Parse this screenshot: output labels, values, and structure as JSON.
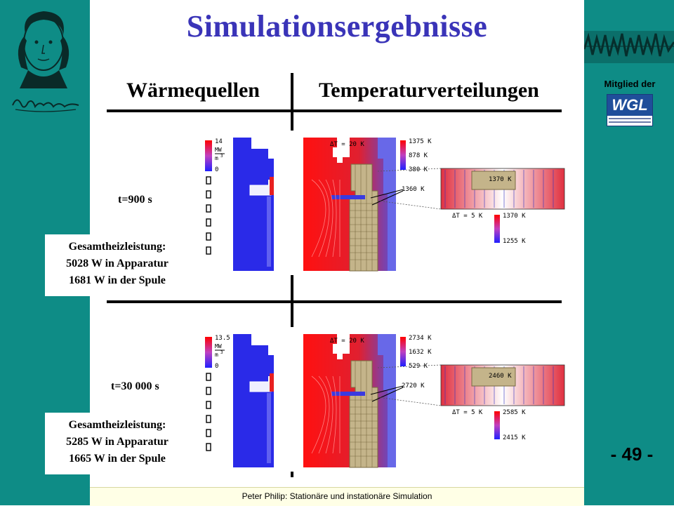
{
  "slide": {
    "title": "Simulationsergebnisse",
    "column_left": "Wärmequellen",
    "column_right": "Temperaturverteilungen",
    "footer": "Peter Philip: Stationäre und instationäre Simulation",
    "page_number": "- 49 -",
    "member_label": "Mitglied der",
    "wgl_logo": "WGL"
  },
  "rows": [
    {
      "time": "t=900 s",
      "info_title": "Gesamtheizleistung:",
      "info_line1": "5028 W in Apparatur",
      "info_line2": "1681 W in der Spule",
      "source_scale": {
        "max": "14",
        "unit_top": "MW",
        "unit_bottom": "m",
        "unit_exp": "3",
        "min": "0"
      },
      "temp_scale": {
        "top": "1375 K",
        "mid": "878 K",
        "bottom": "380 K"
      },
      "delta_main": "ΔT = 20 K",
      "label_1360": "1360 K",
      "delta_zoom": "ΔT = 5 K",
      "zoom_label_a": "1370 K",
      "zoom_label_b": "1370 K",
      "zoom_scale_bottom": "1255 K"
    },
    {
      "time": "t=30 000 s",
      "info_title": "Gesamtheizleistung:",
      "info_line1": "5285 W in Apparatur",
      "info_line2": "1665 W in der Spule",
      "source_scale": {
        "max": "13.5",
        "unit_top": "MW",
        "unit_bottom": "m",
        "unit_exp": "3",
        "min": "0"
      },
      "temp_scale": {
        "top": "2734 K",
        "mid": "1632 K",
        "bottom": "529 K"
      },
      "delta_main": "ΔT = 20 K",
      "label_1360": "2720 K",
      "delta_zoom": "ΔT = 5 K",
      "zoom_label_a": "2460 K",
      "zoom_label_b": "2585 K",
      "zoom_scale_bottom": "2415 K"
    }
  ],
  "colors": {
    "side": "#0e8c86",
    "title": "#3a34b8"
  }
}
